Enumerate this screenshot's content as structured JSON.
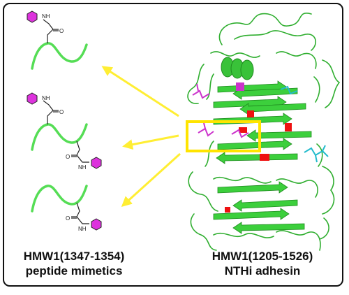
{
  "captions": {
    "left": {
      "line1": "HMW1(1347-1354)",
      "line2": "peptide mimetics"
    },
    "right": {
      "line1": "HMW1(1205-1526)",
      "line2": "NTHi adhesin"
    }
  },
  "molecule_labels": {
    "nh": "NH",
    "o": "O"
  },
  "colors": {
    "backbone": "#55dd55",
    "ligand": "#dd33dd",
    "arrow": "#ffee33",
    "highlight_box": "#ffe400",
    "protein": "#2fae2f",
    "protein_dark": "#1f8a1f",
    "accent_red": "#ee1111",
    "accent_cyan": "#22bbcc",
    "accent_magenta": "#cc33cc"
  }
}
